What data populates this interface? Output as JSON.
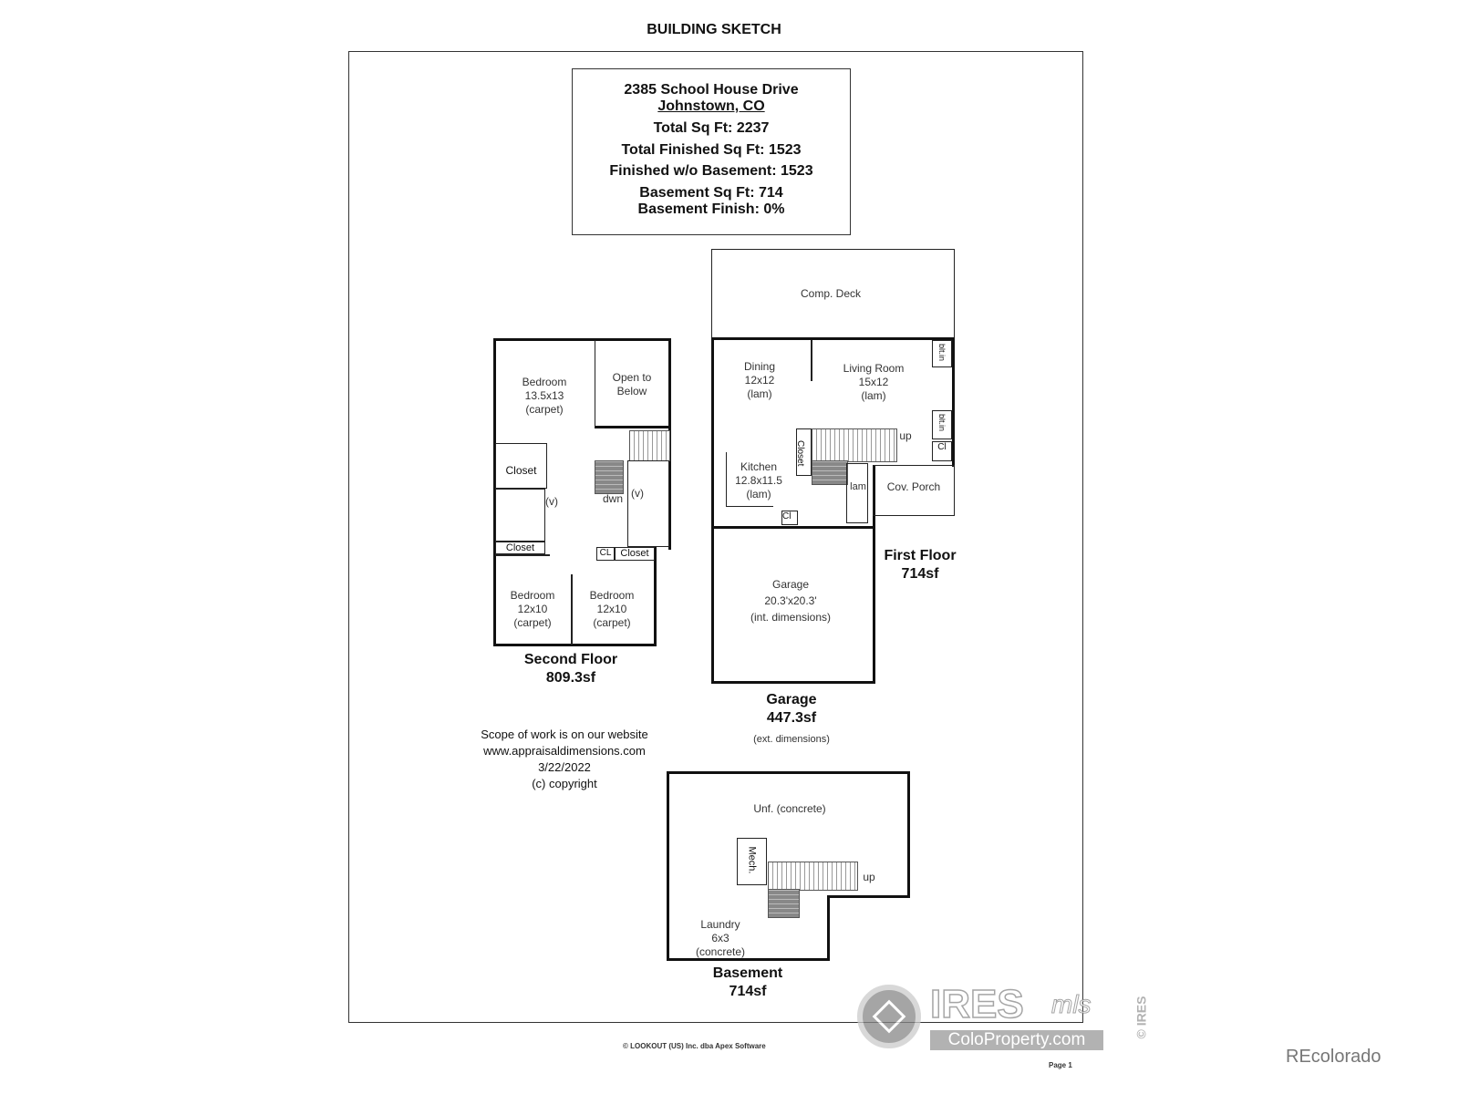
{
  "title": "BUILDING SKETCH",
  "info": {
    "address": "2385 School House Drive",
    "city": "Johnstown, CO",
    "total_sqft": "Total Sq Ft: 2237",
    "total_finished": "Total Finished Sq Ft: 1523",
    "finished_wo_basement": "Finished w/o Basement: 1523",
    "basement_sqft": "Basement Sq Ft: 714",
    "basement_finish": "Basement Finish: 0%"
  },
  "first_floor": {
    "label": "First Floor",
    "area": "714sf",
    "deck": "Comp. Deck",
    "dining": [
      "Dining",
      "12x12",
      "(lam)"
    ],
    "living": [
      "Living Room",
      "15x12",
      "(lam)"
    ],
    "kitchen": [
      "Kitchen",
      "12.8x11.5",
      "(lam)"
    ],
    "closet": "Closet",
    "porch": "Cov. Porch",
    "up": "up",
    "cl": "Cl",
    "cl2": "Cl",
    "lam": "lam",
    "blt1": "blt.in",
    "blt2": "blt.in"
  },
  "garage": {
    "label": "Garage",
    "area": "447.3sf",
    "note": "(ext. dimensions)",
    "room": [
      "Garage",
      "20.3'x20.3'",
      "(int. dimensions)"
    ]
  },
  "second_floor": {
    "label": "Second Floor",
    "area": "809.3sf",
    "bed1": [
      "Bedroom",
      "13.5x13",
      "(carpet)"
    ],
    "open": [
      "Open to",
      "Below"
    ],
    "closet1": "Closet",
    "closet2": "Closet",
    "closet3": "Closet",
    "cl": "CL",
    "v1": "(v)",
    "v2": "(v)",
    "dwn": "dwn",
    "bed2": [
      "Bedroom",
      "12x10",
      "(carpet)"
    ],
    "bed3": [
      "Bedroom",
      "12x10",
      "(carpet)"
    ]
  },
  "basement": {
    "label": "Basement",
    "area": "714sf",
    "unf": "Unf. (concrete)",
    "mech": "Mech.",
    "up": "up",
    "laundry": [
      "Laundry",
      "6x3",
      "(concrete)"
    ]
  },
  "scope": [
    "Scope of work is on our website",
    "www.appraisaldimensions.com",
    "3/22/2022",
    "(c) copyright"
  ],
  "footer": {
    "software": "© LOOKOUT (US) Inc. dba Apex Software",
    "page": "Page 1"
  },
  "watermark": {
    "brand": "IRES",
    "mls": "mls",
    "site": "ColoProperty.com",
    "side": "© IRES"
  },
  "credit": "REcolorado"
}
